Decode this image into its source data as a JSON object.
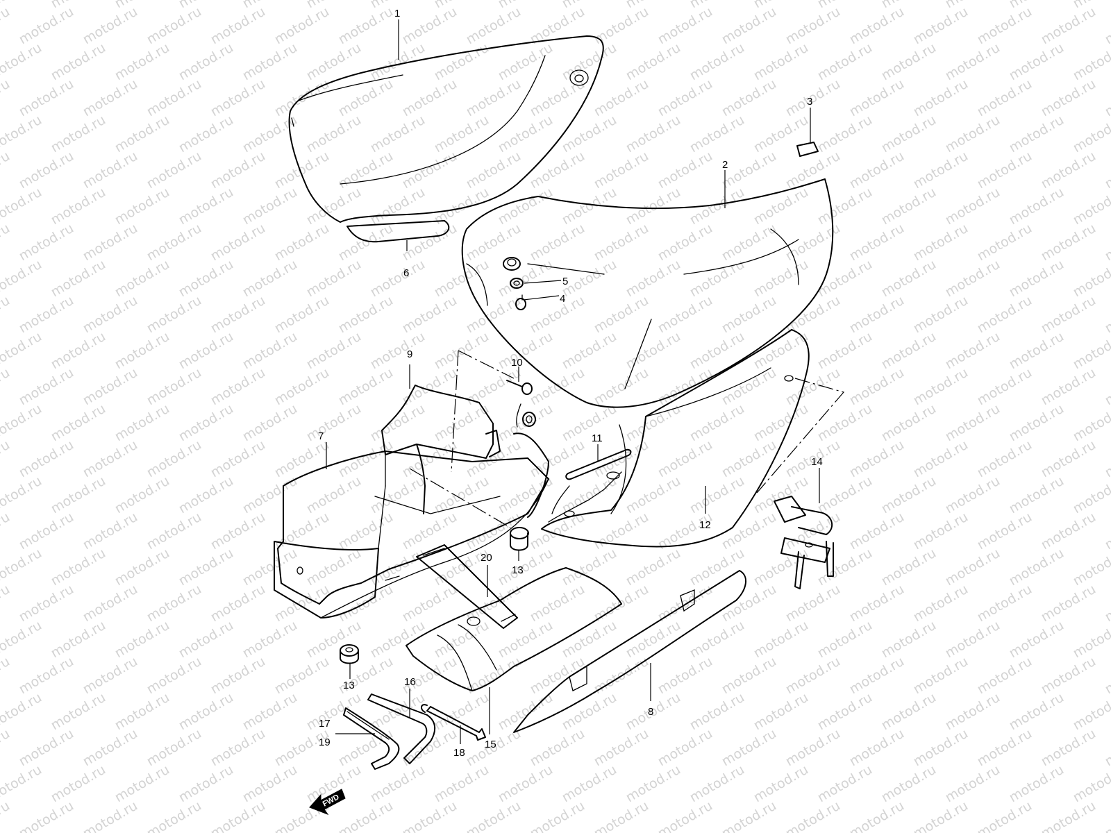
{
  "watermark": "motod.ru",
  "callouts": [
    {
      "id": "c1",
      "text": "1"
    },
    {
      "id": "c2",
      "text": "2"
    },
    {
      "id": "c3",
      "text": "3"
    },
    {
      "id": "c4",
      "text": "4"
    },
    {
      "id": "c5",
      "text": "5"
    },
    {
      "id": "c6",
      "text": "6"
    },
    {
      "id": "c7",
      "text": "7"
    },
    {
      "id": "c8",
      "text": "8"
    },
    {
      "id": "c9",
      "text": "9"
    },
    {
      "id": "c10",
      "text": "10"
    },
    {
      "id": "c11",
      "text": "11"
    },
    {
      "id": "c12",
      "text": "12"
    },
    {
      "id": "c13a",
      "text": "13"
    },
    {
      "id": "c13b",
      "text": "13"
    },
    {
      "id": "c14",
      "text": "14"
    },
    {
      "id": "c15",
      "text": "15"
    },
    {
      "id": "c16",
      "text": "16"
    },
    {
      "id": "c17",
      "text": "17"
    },
    {
      "id": "c18",
      "text": "18"
    },
    {
      "id": "c19",
      "text": "19"
    },
    {
      "id": "c20",
      "text": "20"
    }
  ],
  "fwd_arrow": {
    "label": "FWD"
  },
  "colors": {
    "line": "#000000",
    "watermark": "#d3d3d3",
    "background": "#ffffff"
  }
}
